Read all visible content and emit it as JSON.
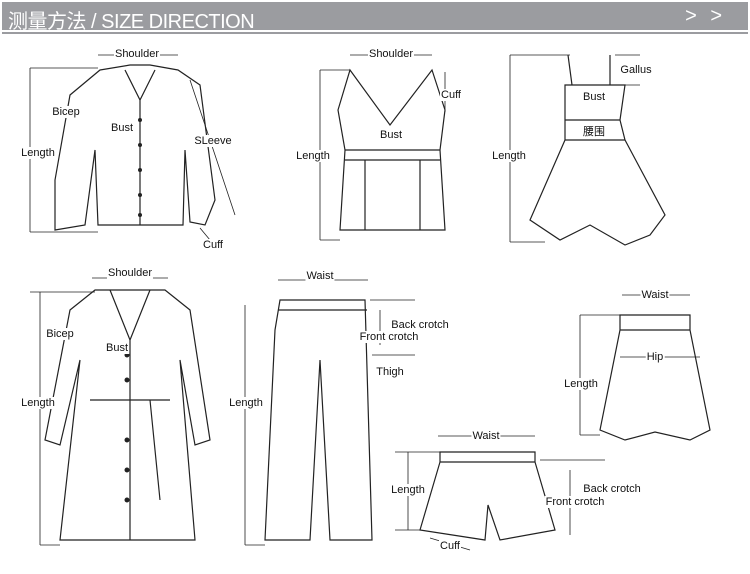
{
  "header": {
    "title": "测量方法 / SIZE DIRECTION",
    "nav": "> >"
  },
  "blouse": {
    "shoulder": "Shoulder",
    "bicep": "Bicep",
    "bust": "Bust",
    "sleeve": "SLeeve",
    "length": "Length",
    "cuff": "Cuff"
  },
  "vest": {
    "shoulder": "Shoulder",
    "cuff": "Cuff",
    "bust": "Bust",
    "length": "Length"
  },
  "dress": {
    "gallus": "Gallus",
    "bust": "Bust",
    "waist": "腰围",
    "length": "Length"
  },
  "coat": {
    "shoulder": "Shoulder",
    "bicep": "Bicep",
    "bust": "Bust",
    "length": "Length"
  },
  "pants": {
    "waist": "Waist",
    "back_crotch": "Back crotch",
    "front_crotch": "Front crotch",
    "thigh": "Thigh",
    "length": "Length"
  },
  "skirt": {
    "waist": "Waist",
    "hip": "Hip",
    "length": "Length"
  },
  "shorts": {
    "waist": "Waist",
    "length": "Length",
    "back_crotch": "Back crotch",
    "front_crotch": "Front crotch",
    "cuff": "Cuff"
  }
}
